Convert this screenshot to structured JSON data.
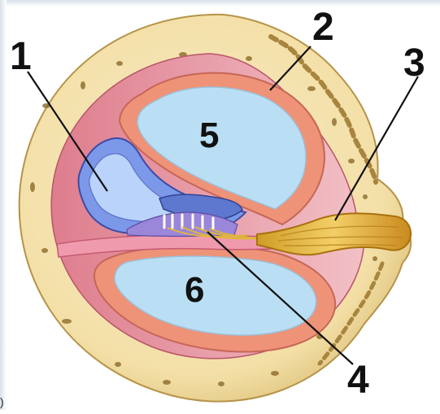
{
  "labels": {
    "callout_1": "1",
    "callout_2": "2",
    "callout_3": "3",
    "callout_4": "4",
    "cavity_5": "5",
    "cavity_6": "6",
    "edge_fragment": ")"
  },
  "colors": {
    "bone": "#f4e5b4",
    "bone_edge": "#d8bb74",
    "soft_tissue": "#e9a1a8",
    "cavity_rim": "#eb8f76",
    "fluid": "#b9ddf3",
    "duct_blue": "#6b85d8",
    "nerve_yellow": "#f0c65a",
    "leader_line": "#111111"
  }
}
